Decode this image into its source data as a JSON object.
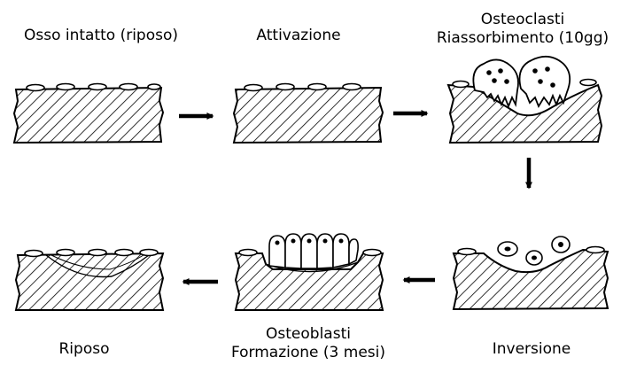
{
  "stages": [
    {
      "id": "rest",
      "lines": [
        "Osso intatto (riposo)"
      ]
    },
    {
      "id": "activation",
      "lines": [
        "Attivazione"
      ]
    },
    {
      "id": "resorption",
      "lines": [
        "Osteoclasti",
        "Riassorbimento (10gg)"
      ]
    },
    {
      "id": "reversal",
      "lines": [
        "Inversione"
      ]
    },
    {
      "id": "formation",
      "lines": [
        "Osteoblasti",
        "Formazione (3 mesi)"
      ]
    },
    {
      "id": "final-rest",
      "lines": [
        "Riposo"
      ]
    }
  ],
  "colors": {
    "ink": "#000000",
    "background": "#ffffff"
  }
}
